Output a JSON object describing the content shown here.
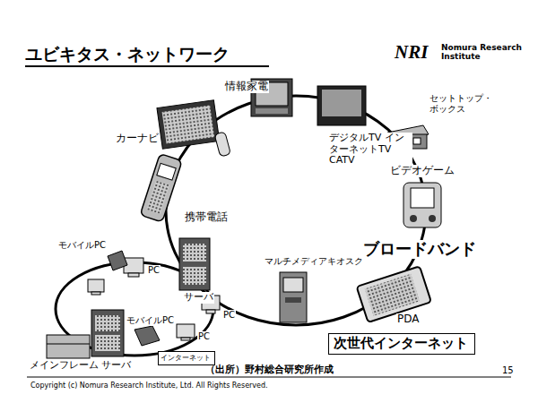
{
  "diagram": {
    "title": "ユビキタス・ネットワーク",
    "nodes": [
      {
        "text": [
          "次世代インターネット"
        ]
      },
      {
        "text": [
          "インターネット"
        ]
      }
    ],
    "labels": [
      "NRI",
      "Nomura Research Institute",
      "情報家電",
      "カーナビ",
      "デジタルTV インターネットTV CATV",
      "セットトップ・ボックス",
      "ビデオゲーム",
      "ブロードバンド",
      "携帯電話",
      "モバイルPC",
      "PC",
      "サーバ",
      "マルチメディアキオスク",
      "PDA",
      "PC",
      "モバイルPC",
      "PC",
      "メインフレーム",
      "サーバ",
      "（出所）野村総合研究所作成",
      "15",
      "Copyright (c) Nomura Research Institute, Ltd. All Rights Reserved."
    ]
  }
}
